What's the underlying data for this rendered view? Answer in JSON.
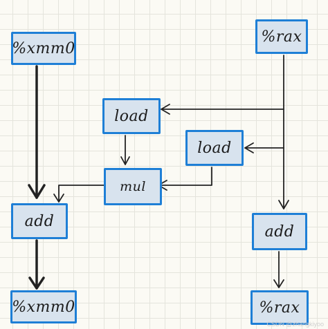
{
  "nodes": {
    "xmm0_in": "%xmm0",
    "rax_in": "%rax",
    "load_left": "load",
    "load_right": "load",
    "mul": "mul",
    "add_left": "add",
    "add_right": "add",
    "xmm0_out": "%xmm0",
    "rax_out": "%rax"
  },
  "watermark": "CSDN @zhangkiyoo",
  "colors": {
    "node_border": "#1e7fd6",
    "node_fill": "#d8e3ee",
    "edge": "#222222"
  }
}
